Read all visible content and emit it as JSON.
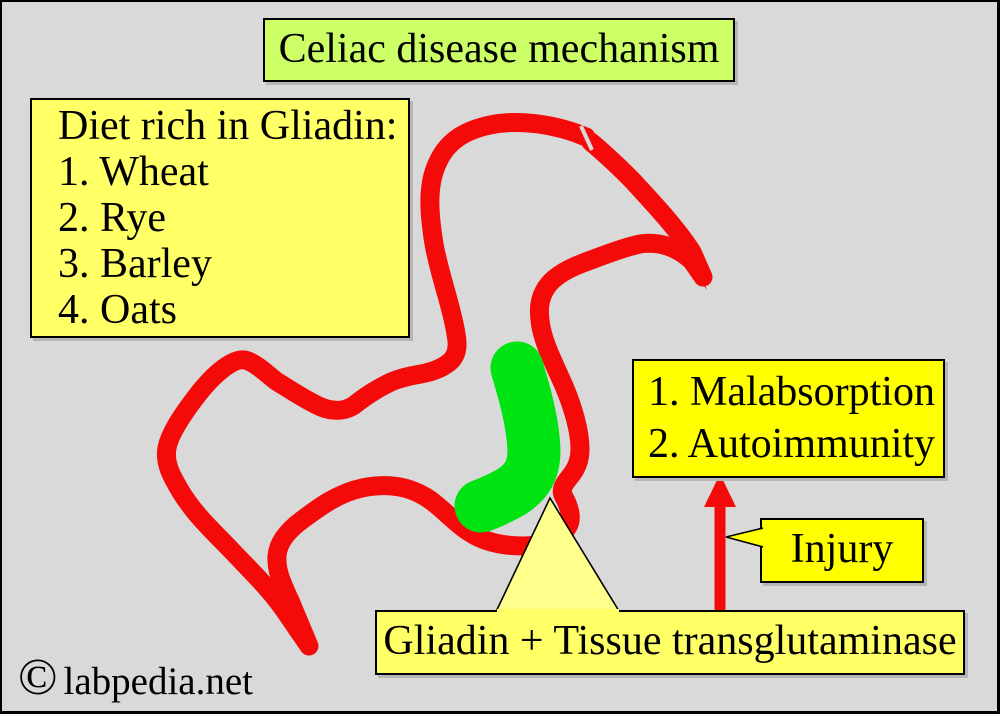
{
  "title": {
    "text": "Celiac disease mechanism"
  },
  "diet_box": {
    "lines": [
      "Diet rich in Gliadin:",
      "1. Wheat",
      "2. Rye",
      "3. Barley",
      "4. Oats"
    ]
  },
  "outcome_box": {
    "lines": [
      "1. Malabsorption",
      "2. Autoimmunity"
    ]
  },
  "injury_callout": {
    "text": "Injury"
  },
  "gliadin_box": {
    "text": "Gliadin + Tissue transglutaminase"
  },
  "watermark": {
    "symbol": "©",
    "text": "labpedia.net"
  },
  "colors": {
    "background": "#d9d9d9",
    "intestine_red": "#f50a0a",
    "lesion_green": "#00e312",
    "title_bg": "#ccff66",
    "pale_yellow": "#ffff66",
    "bright_yellow": "#ffff00",
    "callout_triangle_fill": "#ffff8c",
    "text": "#000000"
  }
}
